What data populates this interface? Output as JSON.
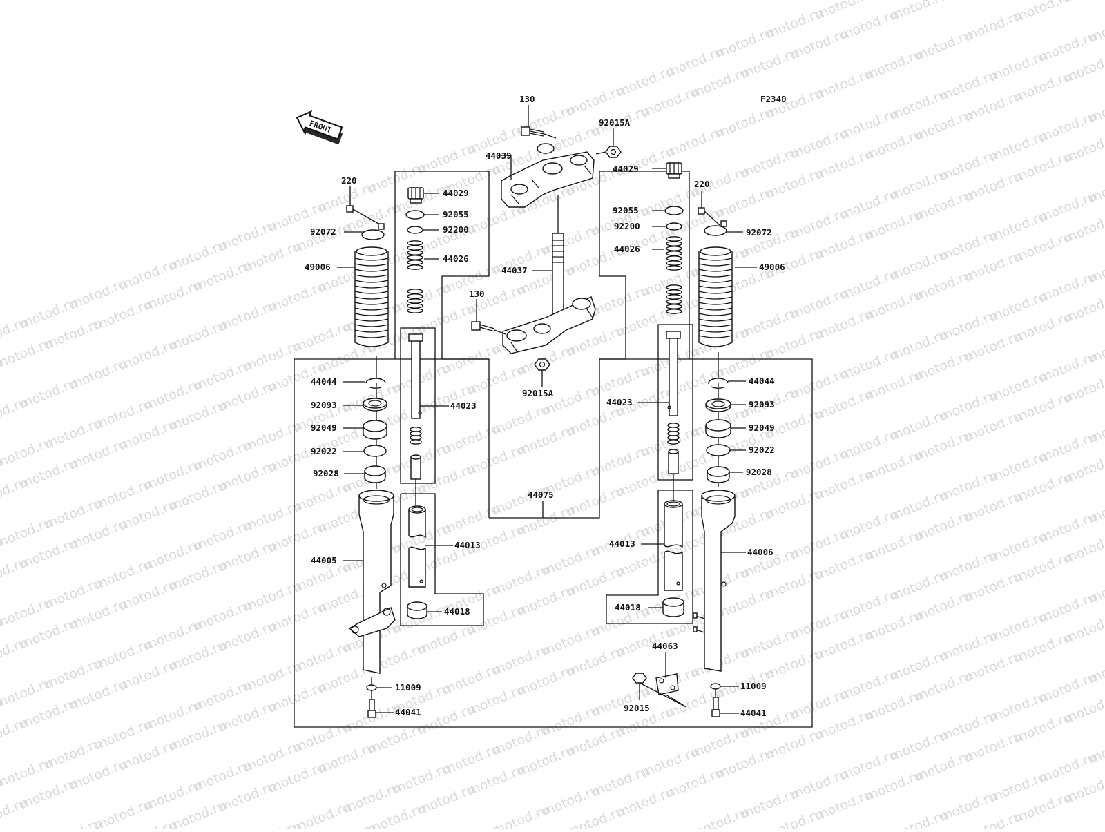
{
  "diagram": {
    "code": "F2340",
    "watermark": "motod.ru",
    "front_label": "FRONT",
    "parts": {
      "upper_bracket_bolt": "130",
      "upper_nut": "92015A",
      "upper_bracket": "44039",
      "left_plug": "44029",
      "left_oring": "92055",
      "left_washer": "92200",
      "left_spring": "44026",
      "left_screw": "220",
      "left_clamp": "92072",
      "left_boot": "49006",
      "stem": "44037",
      "lower_bolt": "130",
      "lower_nut": "92015A",
      "right_plug": "44029",
      "right_oring": "92055",
      "right_washer": "92200",
      "right_spring": "44026",
      "right_screw": "220",
      "right_clamp": "92072",
      "right_boot": "49006",
      "left_circlip": "44044",
      "left_seal": "92093",
      "left_washer2": "92049",
      "left_bush1": "92022",
      "left_bush2": "92028",
      "left_cylinder": "44023",
      "right_cylinder": "44023",
      "right_circlip": "44044",
      "right_seal": "92093",
      "right_washer2": "92049",
      "right_bush1": "92022",
      "right_bush2": "92028",
      "fork_assembly": "44075",
      "left_outer_tube": "44005",
      "left_inner_tube": "44013",
      "left_collar": "44018",
      "right_inner_tube": "44013",
      "right_collar": "44018",
      "right_outer_tube": "44006",
      "right_holder": "44063",
      "right_holder_nut": "92015",
      "left_gasket": "11009",
      "left_bolt": "44041",
      "right_gasket": "11009",
      "right_bolt": "44041"
    }
  }
}
